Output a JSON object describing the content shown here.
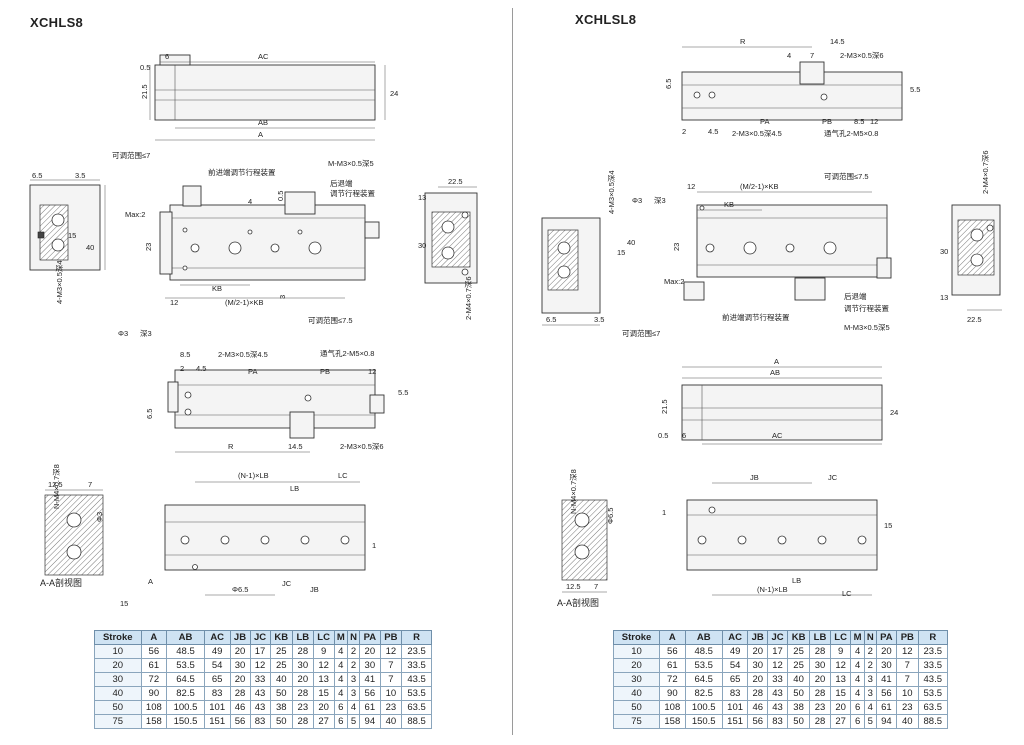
{
  "left": {
    "title": "XCHLS8",
    "section_label": "A-A剖视图",
    "labels": [
      "AC",
      "AB",
      "A",
      "6",
      "0.5",
      "21.5",
      "24",
      "可调范围≤7",
      "前进端调节行程装置",
      "M-M3×0.5深5",
      "后退端",
      "调节行程装置",
      "6.5",
      "3.5",
      "4-M3×0.5深4",
      "15",
      "40",
      "Max:2",
      "23",
      "KB",
      "(M/2-1)×KB",
      "12",
      "Φ3",
      "深3",
      "3",
      "4",
      "0.5",
      "可调范围≤7.5",
      "22.5",
      "13",
      "30",
      "2-M4×0.7深6",
      "8.5",
      "2-M3×0.5深4.5",
      "通气孔2-M5×0.8",
      "PA",
      "PB",
      "12",
      "2",
      "4.5",
      "6.5",
      "R",
      "14.5",
      "2-M3×0.5深6",
      "5.5",
      "(N-1)×LB",
      "LB",
      "LC",
      "12.5",
      "7",
      "N-M4×0.7深8",
      "Φ6.5",
      "JB",
      "JC",
      "A",
      "1",
      "15",
      "Φ3"
    ]
  },
  "right": {
    "title": "XCHLSL8",
    "section_label": "A-A剖视图",
    "labels": [
      "R",
      "14.5",
      "4",
      "7",
      "2-M3×0.5深6",
      "6.5",
      "5.5",
      "PA",
      "PB",
      "8.5",
      "12",
      "2-M3×0.5深4.5",
      "通气孔2-M5×0.8",
      "2",
      "4.5",
      "(M/2-1)×KB",
      "可调范围≤7.5",
      "12",
      "Φ3",
      "深3",
      "KB",
      "4-M3×0.5深4",
      "15",
      "40",
      "23",
      "Max:2",
      "后退端",
      "调节行程装置",
      "前进端调节行程装置",
      "M-M3×0.5深5",
      "6.5",
      "3.5",
      "可调范围≤7",
      "2-M4×0.7深6",
      "30",
      "13",
      "22.5",
      "A",
      "AB",
      "21.5",
      "24",
      "0.5",
      "6",
      "AC",
      "JB",
      "JC",
      "N-M4×0.7深8",
      "Φ6.5",
      "(N-1)×LB",
      "LB",
      "LC",
      "12.5",
      "7",
      "15",
      "1"
    ]
  },
  "table": {
    "headers": [
      "Stroke",
      "A",
      "AB",
      "AC",
      "JB",
      "JC",
      "KB",
      "LB",
      "LC",
      "M",
      "N",
      "PA",
      "PB",
      "R"
    ],
    "rows": [
      [
        "10",
        "56",
        "48.5",
        "49",
        "20",
        "17",
        "25",
        "28",
        "9",
        "4",
        "2",
        "20",
        "12",
        "23.5"
      ],
      [
        "20",
        "61",
        "53.5",
        "54",
        "30",
        "12",
        "25",
        "30",
        "12",
        "4",
        "2",
        "30",
        "7",
        "33.5"
      ],
      [
        "30",
        "72",
        "64.5",
        "65",
        "20",
        "33",
        "40",
        "20",
        "13",
        "4",
        "3",
        "41",
        "7",
        "43.5"
      ],
      [
        "40",
        "90",
        "82.5",
        "83",
        "28",
        "43",
        "50",
        "28",
        "15",
        "4",
        "3",
        "56",
        "10",
        "53.5"
      ],
      [
        "50",
        "108",
        "100.5",
        "101",
        "46",
        "43",
        "38",
        "23",
        "20",
        "6",
        "4",
        "61",
        "23",
        "63.5"
      ],
      [
        "75",
        "158",
        "150.5",
        "151",
        "56",
        "83",
        "50",
        "28",
        "27",
        "6",
        "5",
        "94",
        "40",
        "88.5"
      ]
    ]
  },
  "colors": {
    "table_header": "#cfe3f3",
    "table_stroke_col": "#eef5fb",
    "divider": "#9a9a9a"
  }
}
